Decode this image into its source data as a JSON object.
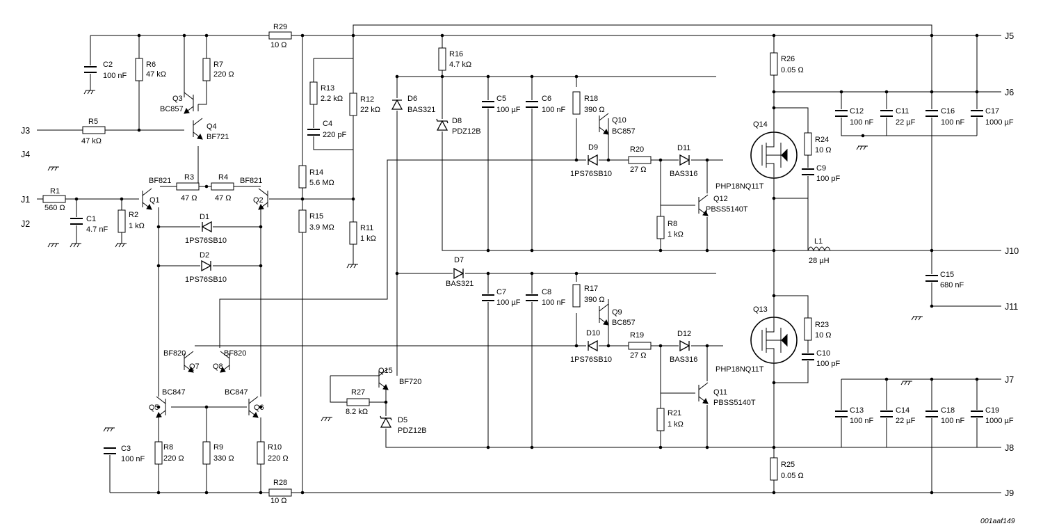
{
  "document_id": "001aaf149",
  "ports": [
    "J1",
    "J2",
    "J3",
    "J4",
    "J5",
    "J6",
    "J7",
    "J8",
    "J9",
    "J10",
    "J11"
  ],
  "resistors": [
    {
      "ref": "R1",
      "value": "560 Ω"
    },
    {
      "ref": "R2",
      "value": "1 kΩ"
    },
    {
      "ref": "R3",
      "value": "47 Ω"
    },
    {
      "ref": "R4",
      "value": "47 Ω"
    },
    {
      "ref": "R5",
      "value": "47 kΩ"
    },
    {
      "ref": "R6",
      "value": "47 kΩ"
    },
    {
      "ref": "R7",
      "value": "220 Ω"
    },
    {
      "ref": "R8",
      "value": "220 Ω"
    },
    {
      "ref": "R9",
      "value": "330 Ω"
    },
    {
      "ref": "R10",
      "value": "220 Ω"
    },
    {
      "ref": "R11",
      "value": "1 kΩ"
    },
    {
      "ref": "R12",
      "value": "22 kΩ"
    },
    {
      "ref": "R13",
      "value": "2.2 kΩ"
    },
    {
      "ref": "R14",
      "value": "5.6 MΩ"
    },
    {
      "ref": "R15",
      "value": "3.9 MΩ"
    },
    {
      "ref": "R16",
      "value": "4.7 kΩ"
    },
    {
      "ref": "R17",
      "value": "390 Ω"
    },
    {
      "ref": "R18",
      "value": "390 Ω"
    },
    {
      "ref": "R19",
      "value": "27 Ω"
    },
    {
      "ref": "R20",
      "value": "27 Ω"
    },
    {
      "ref": "R21",
      "value": "1 kΩ"
    },
    {
      "ref": "R8",
      "value": "1 kΩ"
    },
    {
      "ref": "R23",
      "value": "10 Ω"
    },
    {
      "ref": "R24",
      "value": "10 Ω"
    },
    {
      "ref": "R25",
      "value": "0.05 Ω"
    },
    {
      "ref": "R26",
      "value": "0.05 Ω"
    },
    {
      "ref": "R27",
      "value": "8.2 kΩ"
    },
    {
      "ref": "R28",
      "value": "10 Ω"
    },
    {
      "ref": "R29",
      "value": "10 Ω"
    }
  ],
  "capacitors": [
    {
      "ref": "C1",
      "value": "4.7 nF"
    },
    {
      "ref": "C2",
      "value": "100 nF"
    },
    {
      "ref": "C3",
      "value": "100 nF"
    },
    {
      "ref": "C4",
      "value": "220 pF"
    },
    {
      "ref": "C5",
      "value": "100 µF"
    },
    {
      "ref": "C6",
      "value": "100 nF"
    },
    {
      "ref": "C7",
      "value": "100 µF"
    },
    {
      "ref": "C8",
      "value": "100 nF"
    },
    {
      "ref": "C9",
      "value": "100 pF"
    },
    {
      "ref": "C10",
      "value": "100 pF"
    },
    {
      "ref": "C11",
      "value": "22 µF"
    },
    {
      "ref": "C12",
      "value": "100 nF"
    },
    {
      "ref": "C13",
      "value": "100 nF"
    },
    {
      "ref": "C14",
      "value": "22 µF"
    },
    {
      "ref": "C15",
      "value": "680 nF"
    },
    {
      "ref": "C16",
      "value": "100 nF"
    },
    {
      "ref": "C17",
      "value": "1000 µF"
    },
    {
      "ref": "C18",
      "value": "100 nF"
    },
    {
      "ref": "C19",
      "value": "1000 µF"
    }
  ],
  "diodes": [
    {
      "ref": "D1",
      "part": "1PS76SB10"
    },
    {
      "ref": "D2",
      "part": "1PS76SB10"
    },
    {
      "ref": "D5",
      "part": "PDZ12B"
    },
    {
      "ref": "D6",
      "part": "BAS321"
    },
    {
      "ref": "D7",
      "part": "BAS321"
    },
    {
      "ref": "D8",
      "part": "PDZ12B"
    },
    {
      "ref": "D9",
      "part": "1PS76SB10"
    },
    {
      "ref": "D10",
      "part": "1PS76SB10"
    },
    {
      "ref": "D11",
      "part": "BAS316"
    },
    {
      "ref": "D12",
      "part": "BAS316"
    }
  ],
  "transistors": [
    {
      "ref": "Q1",
      "part": "BF821"
    },
    {
      "ref": "Q2",
      "part": "BF821"
    },
    {
      "ref": "Q3",
      "part": "BC857"
    },
    {
      "ref": "Q4",
      "part": "BF721"
    },
    {
      "ref": "Q5",
      "part": "BC847"
    },
    {
      "ref": "Q6",
      "part": "BC847"
    },
    {
      "ref": "Q7",
      "part": "BF820"
    },
    {
      "ref": "Q8",
      "part": "BF820"
    },
    {
      "ref": "Q9",
      "part": "BC857"
    },
    {
      "ref": "Q10",
      "part": "BC857"
    },
    {
      "ref": "Q11",
      "part": "PBSS5140T"
    },
    {
      "ref": "Q12",
      "part": "PBSS5140T"
    },
    {
      "ref": "Q13",
      "part": "PHP18NQ11T"
    },
    {
      "ref": "Q14",
      "part": "PHP18NQ11T"
    },
    {
      "ref": "Q15",
      "part": "BF720"
    }
  ],
  "inductors": [
    {
      "ref": "L1",
      "value": "28 µH"
    }
  ]
}
